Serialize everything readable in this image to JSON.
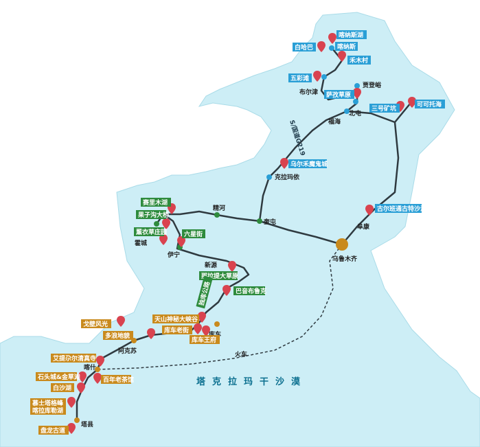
{
  "colors": {
    "land": "#cdeef6",
    "blue": "#2a9fd6",
    "green": "#2e8b3d",
    "gold": "#c98a1d",
    "pin": "#d9434f",
    "road": "#2f3a40"
  },
  "labels": {
    "tanasihu": "喀纳斯湖",
    "baihaba": "白哈巴",
    "kanasi": "喀纳斯",
    "hemu": "禾木村",
    "wucaitan": "五彩滩",
    "jiadengyu": "贾登峪",
    "buerjin": "布尔津",
    "saiyi": "萨孜草原",
    "beitun": "北屯",
    "sanhao": "三号矿坑",
    "keketuohai": "可可托海",
    "fuhai": "福海",
    "g219": "S/国道G219",
    "wuerhe": "乌尔禾魔鬼城",
    "kelamayi": "克拉玛依",
    "gurbantunggut": "古尔班通古特沙漠",
    "fukang": "阜康",
    "urumqi": "乌鲁木齐",
    "sailimuhu": "赛里木湖",
    "jinghe": "精河",
    "guozigou": "果子沟大桥",
    "kuitun": "奎屯",
    "xunyicao": "薰衣草庄园",
    "liuxingjie": "六星街",
    "huocheng": "霍城",
    "yining": "伊宁",
    "xinyuan": "新源",
    "nalati": "那拉提大草原",
    "bayinbuluke": "巴音布鲁克",
    "dukuroad": "独库公路",
    "tianshan": "天山神秘大峡谷",
    "kuchelaojie": "库车老街",
    "kuche": "库车",
    "kuchewangfu": "库车王府",
    "gebifengguang": "戈壁风光",
    "duodi": "多浪地貌",
    "akesu": "阿克苏",
    "aitigar": "艾提尕尔清真寺",
    "kashi": "喀什",
    "shitoucheng": "石头城&金草滩",
    "bainianlao": "百年老茶馆",
    "baishahu": "白沙湖",
    "muztagh": "慕士塔格峰\n喀拉库勒湖",
    "tashkurgan": "塔县",
    "panlong": "盘龙古道",
    "huoche": "火车",
    "desert": "塔克拉玛干沙漠"
  },
  "icons": [
    "map-pin-icon",
    "route-dot-icon"
  ]
}
